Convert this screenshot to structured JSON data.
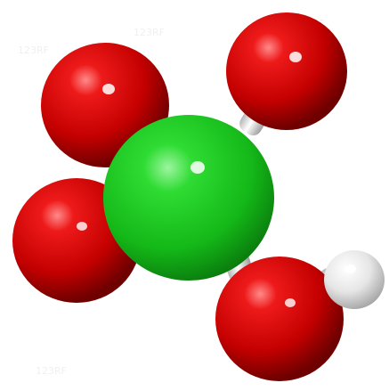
{
  "image": {
    "subject": "ball-and-stick molecule",
    "background_color": "#ffffff"
  },
  "molecule": {
    "atoms": [
      {
        "element": "Cl",
        "color": "#18c51c"
      },
      {
        "element": "O",
        "color": "#cc0000"
      },
      {
        "element": "O",
        "color": "#cc0000"
      },
      {
        "element": "O",
        "color": "#cc0000"
      },
      {
        "element": "O",
        "color": "#cc0000"
      },
      {
        "element": "H",
        "color": "#eeeeee"
      }
    ],
    "bond_color": "#dddddd"
  },
  "watermark": {
    "text": "123RF"
  }
}
